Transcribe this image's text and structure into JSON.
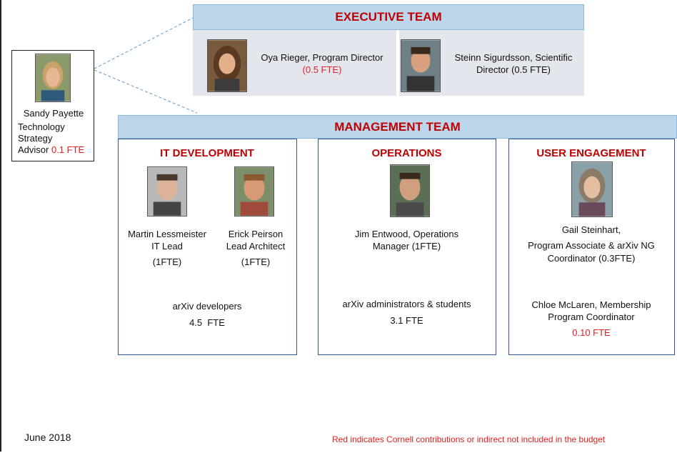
{
  "executive": {
    "title": "EXECUTIVE TEAM",
    "oya_name": "Oya Rieger, Program Director",
    "oya_fte": "(0.5 FTE)",
    "steinn_line1": "Steinn Sigurdsson, Scientific",
    "steinn_line2": "Director (0.5 FTE)"
  },
  "advisor": {
    "name": "Sandy Payette",
    "role_line1": "Technology",
    "role_line2": "Strategy",
    "role_line3_prefix": "Advisor ",
    "role_fte": "0.1 FTE"
  },
  "management": {
    "title": "MANAGEMENT TEAM",
    "it": {
      "heading": "IT DEVELOPMENT",
      "martin_name": "Martin Lessmeister",
      "martin_role": "IT Lead",
      "martin_fte": "(1FTE)",
      "erick_name": "Erick Peirson",
      "erick_role": "Lead Architect",
      "erick_fte": "(1FTE)",
      "team_label": "arXiv developers",
      "team_fte": "4.5  FTE"
    },
    "ops": {
      "heading": "OPERATIONS",
      "jim_line1": "Jim Entwood, Operations",
      "jim_line2": "Manager (1FTE)",
      "team_label": "arXiv administrators & students",
      "team_fte": "3.1 FTE"
    },
    "ue": {
      "heading": "USER ENGAGEMENT",
      "gail_line1": "Gail Steinhart,",
      "gail_line2": "Program Associate & arXiv NG",
      "gail_line3": "Coordinator (0.3FTE)",
      "chloe_line1": "Chloe McLaren, Membership",
      "chloe_line2": "Program Coordinator",
      "chloe_fte": "0.10 FTE"
    }
  },
  "footer": {
    "date": "June 2018",
    "note": "Red indicates Cornell contributions or indirect not included in the budget"
  },
  "colors": {
    "banner_fill": "#bcd7ec",
    "heading_red": "#c00000",
    "fte_red": "#e02020",
    "box_border": "#2f5597"
  }
}
